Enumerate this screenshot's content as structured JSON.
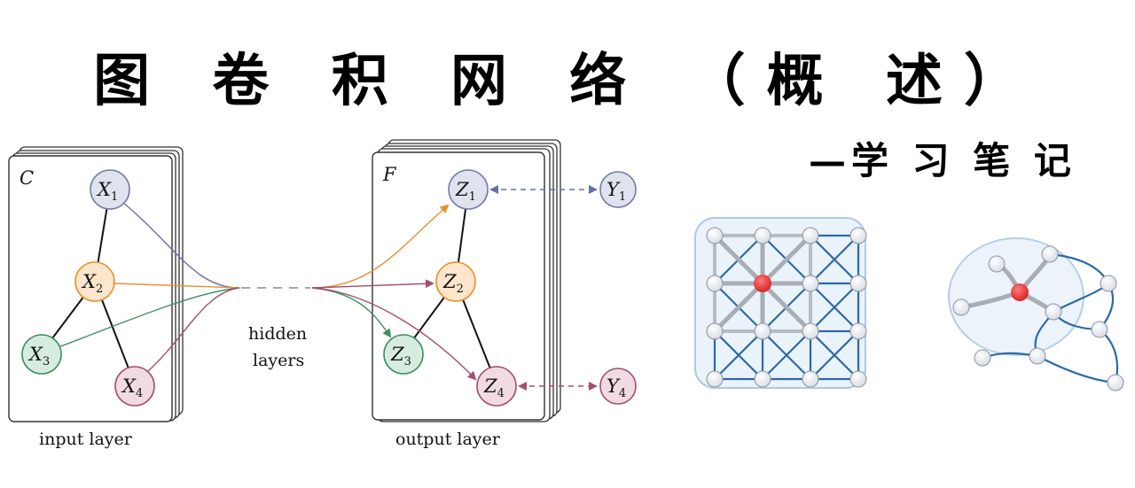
{
  "header": {
    "title": "图 卷 积 网 络 （概 述）",
    "subtitle": "—学 习 笔 记"
  },
  "diagram": {
    "input_layer": {
      "channel_label": "C",
      "caption": "input layer",
      "nodes": [
        {
          "name": "X",
          "sub": "1",
          "color": "#dfe3ee",
          "stroke": "#7479a8"
        },
        {
          "name": "X",
          "sub": "2",
          "color": "#fde6cc",
          "stroke": "#e8902e"
        },
        {
          "name": "X",
          "sub": "3",
          "color": "#d6ecdf",
          "stroke": "#3e8e62"
        },
        {
          "name": "X",
          "sub": "4",
          "color": "#f1dbe2",
          "stroke": "#a34f6d"
        }
      ]
    },
    "hidden": {
      "label_line1": "hidden",
      "label_line2": "layers"
    },
    "output_layer": {
      "channel_label": "F",
      "caption": "output layer",
      "nodes": [
        {
          "name": "Z",
          "sub": "1",
          "color": "#dfe3ee",
          "stroke": "#7479a8"
        },
        {
          "name": "Z",
          "sub": "2",
          "color": "#fde6cc",
          "stroke": "#e8902e"
        },
        {
          "name": "Z",
          "sub": "3",
          "color": "#d6ecdf",
          "stroke": "#3e8e62"
        },
        {
          "name": "Z",
          "sub": "4",
          "color": "#f1dbe2",
          "stroke": "#a34f6d"
        }
      ],
      "targets": [
        {
          "name": "Y",
          "sub": "1",
          "color": "#dfe3ee",
          "stroke": "#7479a8"
        },
        {
          "name": "Y",
          "sub": "4",
          "color": "#f1dbe2",
          "stroke": "#a34f6d"
        }
      ]
    }
  },
  "colors": {
    "grid_edge": "#2a6aa8",
    "center_node": "#e53935",
    "highlight_region": "#aec9e3"
  }
}
